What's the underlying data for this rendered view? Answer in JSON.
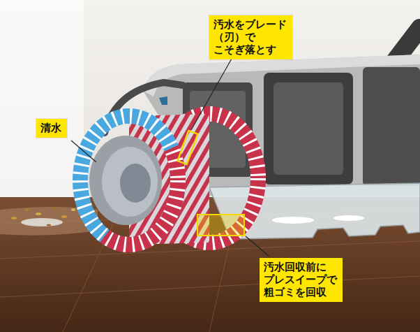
{
  "diagram": {
    "nodes": [
      {
        "text": [
          "汚水をブレード（刃）で こそぎ落とす"
        ]
      },
      {
        "text": [
          "清水"
        ]
      },
      {
        "text": [
          "汚水回収前に プレスイープで 粗ゴミを回収"
        ]
      }
    ]
  }
}
